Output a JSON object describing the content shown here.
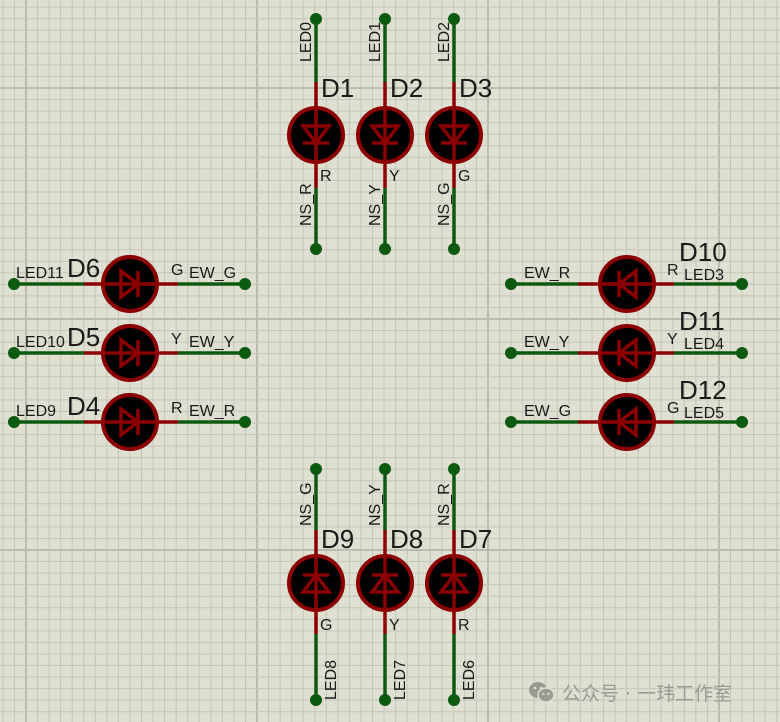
{
  "colors": {
    "background": "#dfdfd2",
    "grid_minor": "#c5c5b8",
    "grid_major": "#bcbcae",
    "wire": "#0b5a10",
    "pin": "#8b0000",
    "led_body": "#000000",
    "led_outline": "#8b0000",
    "text": "#1a1a1a"
  },
  "groups": {
    "north": [
      {
        "ref": "D1",
        "net_top": "LED0",
        "net_bottom": "NS_R",
        "pin_label": "R"
      },
      {
        "ref": "D2",
        "net_top": "LED1",
        "net_bottom": "NS_Y",
        "pin_label": "Y"
      },
      {
        "ref": "D3",
        "net_top": "LED2",
        "net_bottom": "NS_G",
        "pin_label": "G"
      }
    ],
    "west": [
      {
        "ref": "D6",
        "net_left": "LED11",
        "net_right": "EW_G",
        "pin_label": "G"
      },
      {
        "ref": "D5",
        "net_left": "LED10",
        "net_right": "EW_Y",
        "pin_label": "Y"
      },
      {
        "ref": "D4",
        "net_left": "LED9",
        "net_right": "EW_R",
        "pin_label": "R"
      }
    ],
    "east": [
      {
        "ref": "D10",
        "net_left": "EW_R",
        "net_right": "LED3",
        "pin_label": "R"
      },
      {
        "ref": "D11",
        "net_left": "EW_Y",
        "net_right": "LED4",
        "pin_label": "Y"
      },
      {
        "ref": "D12",
        "net_left": "EW_G",
        "net_right": "LED5",
        "pin_label": "G"
      }
    ],
    "south": [
      {
        "ref": "D9",
        "net_top": "NS_G",
        "net_bottom": "LED8",
        "pin_label": "G"
      },
      {
        "ref": "D8",
        "net_top": "NS_Y",
        "net_bottom": "LED7",
        "pin_label": "Y"
      },
      {
        "ref": "D7",
        "net_top": "NS_R",
        "net_bottom": "LED6",
        "pin_label": "R"
      }
    ]
  },
  "watermark": {
    "icon": "wechat-icon",
    "text": "公众号 · 一玮工作室"
  }
}
